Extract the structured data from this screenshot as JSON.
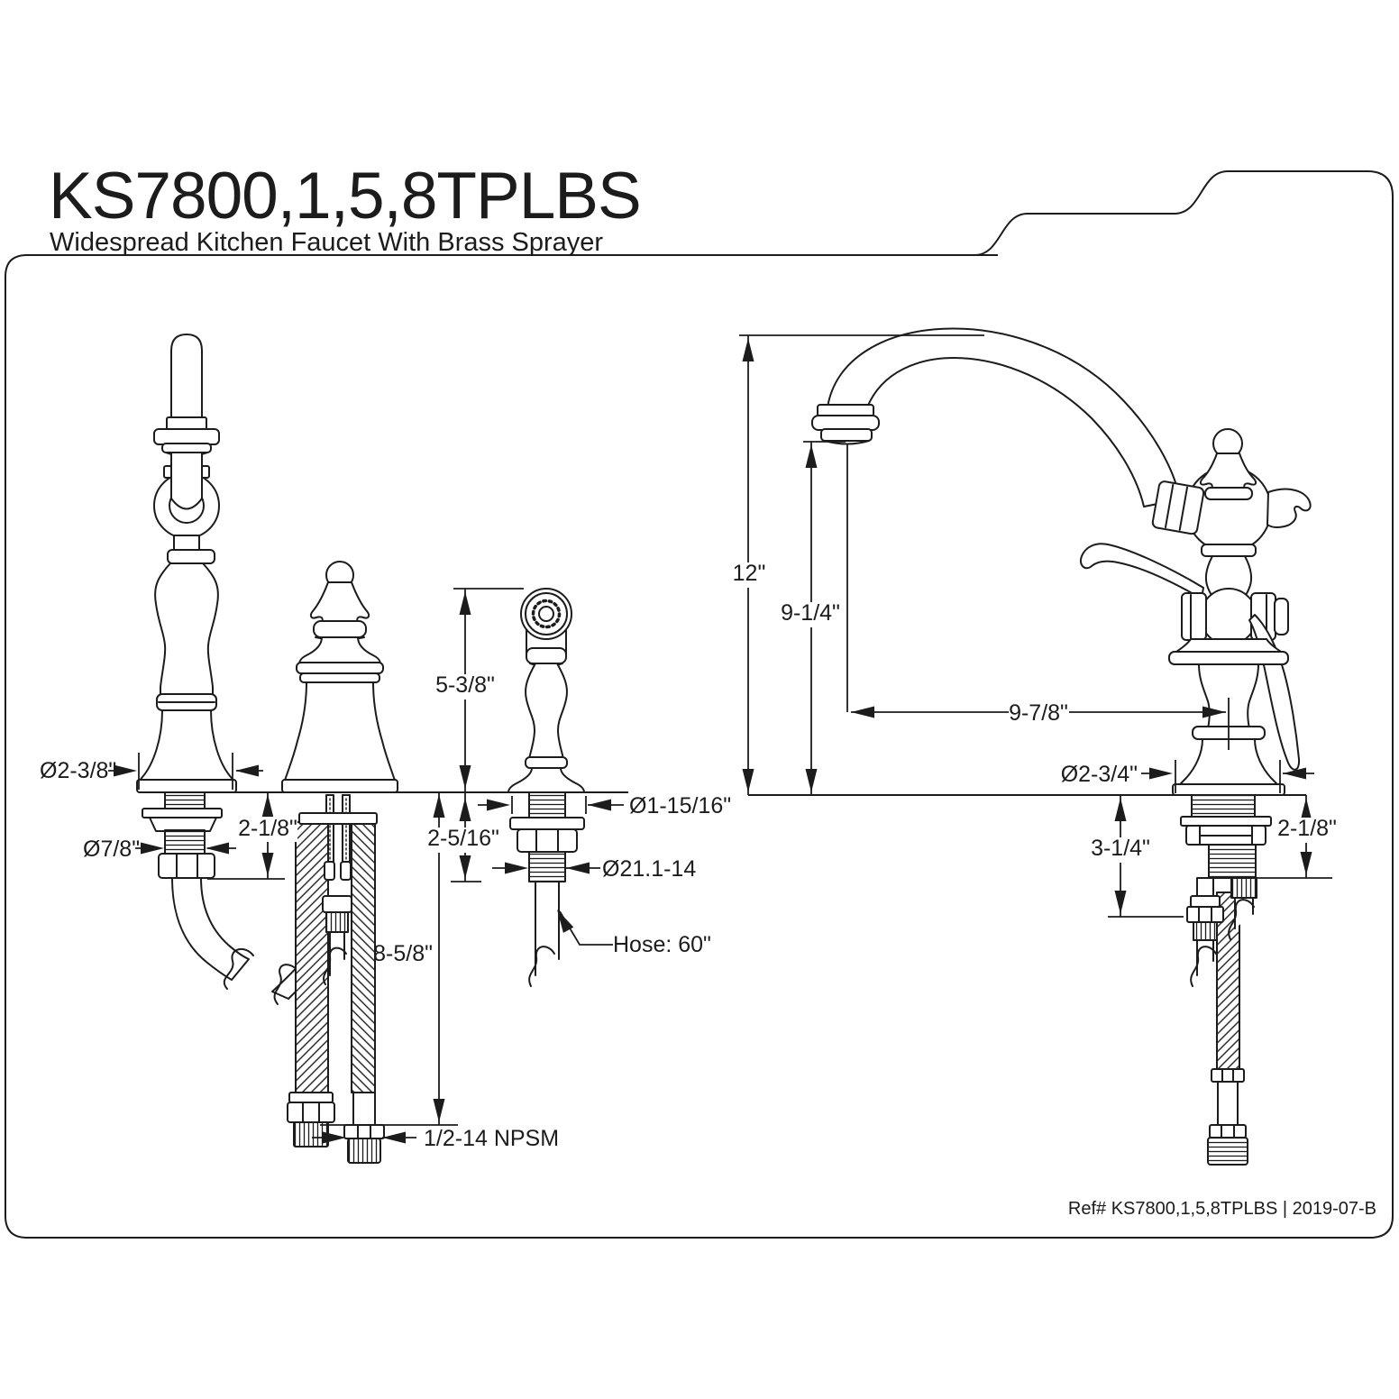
{
  "meta": {
    "title": "KS7800,1,5,8TPLBS",
    "subtitle": "Widespread Kitchen Faucet With Brass Sprayer",
    "footer_ref": "Ref# KS7800,1,5,8TPLBS | 2019-07-B"
  },
  "colors": {
    "ink": "#1c1c1c",
    "paper": "#ffffff"
  },
  "dims": {
    "spout_side": {
      "escutcheon_dia": "Ø2-3/8\"",
      "shank_dia": "Ø7/8\"",
      "shank_len": "2-1/8\""
    },
    "valve": {
      "below_deck_len": "8-5/8\"",
      "thread": "1/2-14 NPSM"
    },
    "sprayer": {
      "height": "5-3/8\"",
      "below_deck_len": "2-5/16\"",
      "base_dia": "Ø1-15/16\"",
      "thread": "Ø21.1-14",
      "hose": "Hose: 60\""
    },
    "faucet": {
      "overall_height": "12\"",
      "spout_height": "9-1/4\"",
      "spout_reach": "9-7/8\"",
      "base_dia": "Ø2-3/4\"",
      "below_deck": "3-1/4\"",
      "shank_len": "2-1/8\""
    }
  }
}
